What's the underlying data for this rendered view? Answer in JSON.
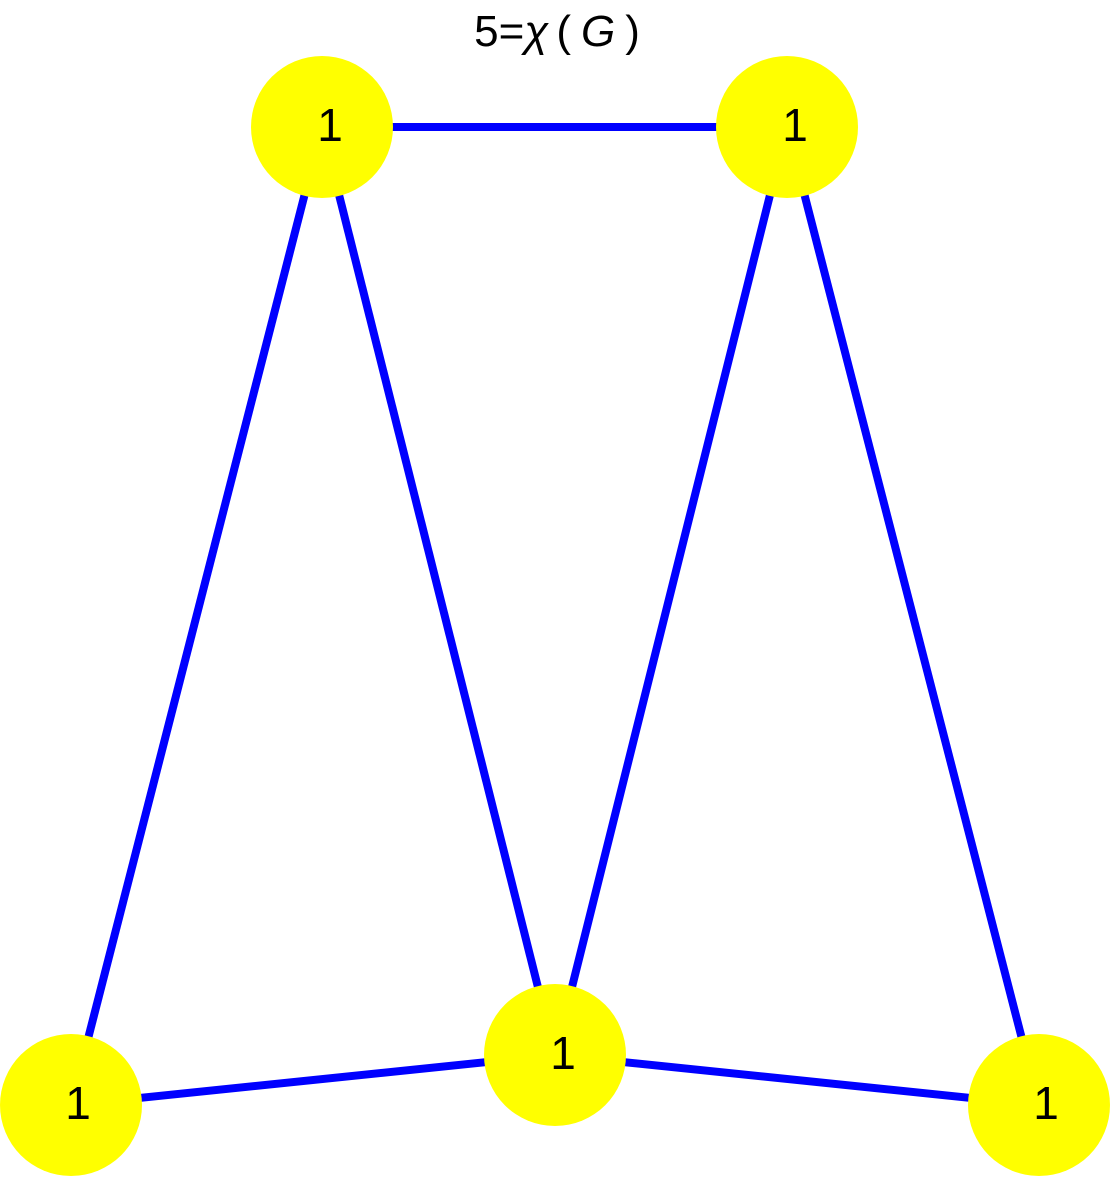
{
  "title": {
    "prefix": "5=",
    "symbol": "χ",
    "open_paren": "(",
    "graph_name": "G",
    "close_paren": ")"
  },
  "colors": {
    "edge": "#0000ff",
    "node": "#ffff00",
    "label": "#000000"
  },
  "nodes": [
    {
      "id": "top-left",
      "label": "1"
    },
    {
      "id": "top-right",
      "label": "1"
    },
    {
      "id": "bottom-left",
      "label": "1"
    },
    {
      "id": "bottom-center",
      "label": "1"
    },
    {
      "id": "bottom-right",
      "label": "1"
    }
  ],
  "edges": [
    {
      "from": "top-left",
      "to": "top-right"
    },
    {
      "from": "top-left",
      "to": "bottom-left"
    },
    {
      "from": "top-left",
      "to": "bottom-center"
    },
    {
      "from": "top-right",
      "to": "bottom-center"
    },
    {
      "from": "top-right",
      "to": "bottom-right"
    },
    {
      "from": "bottom-left",
      "to": "bottom-center"
    },
    {
      "from": "bottom-center",
      "to": "bottom-right"
    }
  ]
}
